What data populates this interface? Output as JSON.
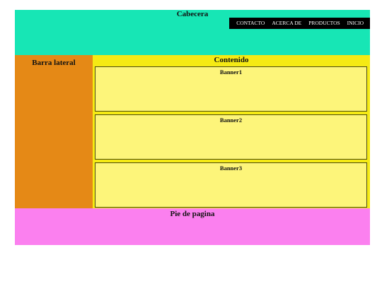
{
  "header": {
    "title": "Cabecera",
    "nav": [
      "CONTACTO",
      "ACERCA DE",
      "PRODUCTOS",
      "INICIO"
    ]
  },
  "sidebar": {
    "title": "Barra lateral"
  },
  "content": {
    "title": "Contenido",
    "banners": [
      "Banner1",
      "Banner2",
      "Banner3"
    ]
  },
  "footer": {
    "title": "Pie de pagina"
  },
  "colors": {
    "header_bg": "#17e6b5",
    "nav_bg": "#000000",
    "sidebar_bg": "#e58916",
    "content_bg": "#f5ea14",
    "banner_bg": "#fdf57a",
    "footer_bg": "#fb80ef"
  }
}
